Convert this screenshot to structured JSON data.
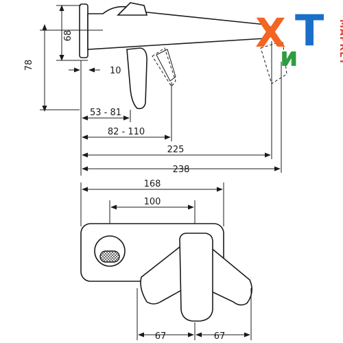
{
  "dimensions": {
    "side_height_upper": "68",
    "side_height_total": "78",
    "wall_gap": "10",
    "plate_depth": "53 - 81",
    "body_depth": "82 - 110",
    "spout_length": "225",
    "total_length": "238",
    "plate_width": "168",
    "center_distance": "100",
    "handle_swing_left": "67",
    "handle_swing_right": "67"
  },
  "logo": {
    "letter_1": "Х",
    "letter_2": "и",
    "letter_3": "Т",
    "subtitle": "МАРКЕТ",
    "colors": {
      "x": "#f26522",
      "i": "#2e9d3f",
      "t": "#1a6fc9",
      "subtitle": "#e53935"
    }
  },
  "icons": {
    "arrow": "filled-triangle-arrowhead",
    "aerator": "mesh-circle"
  }
}
